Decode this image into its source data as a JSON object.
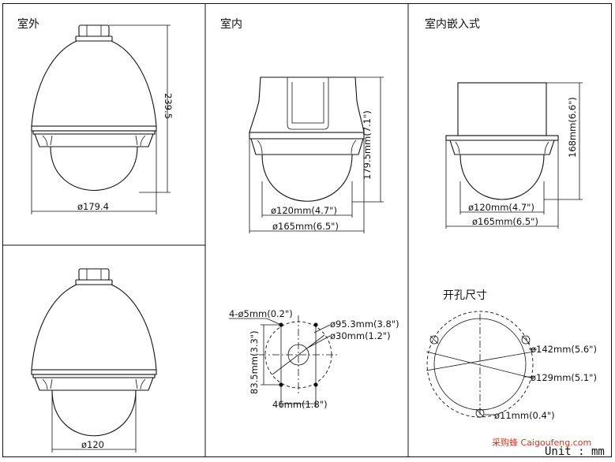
{
  "panels": {
    "outdoor_title": "室外",
    "indoor_title": "室内",
    "embedded_title": "室内嵌入式",
    "cutout_title": "开孔尺寸"
  },
  "dimensions": {
    "outdoor_height": "239.5",
    "outdoor_width": "ø179.4",
    "outdoor_base": "ø120",
    "indoor_height": "179.5mm(7.1\")",
    "indoor_inner": "ø120mm(4.7\")",
    "indoor_outer": "ø165mm(6.5\")",
    "embedded_height": "168mm(6.6\")",
    "embedded_inner": "ø120mm(4.7\")",
    "embedded_outer": "ø165mm(6.5\")",
    "mount_holes": "4-ø5mm(0.2\")",
    "mount_circle": "ø95.3mm(3.8\")",
    "mount_center": "ø30mm(1.2\")",
    "mount_vertical": "83.5mm(3.3\")",
    "mount_horizontal": "46mm(1.8\")",
    "cut_outer": "ø142mm(5.6\")",
    "cut_inner": "ø129mm(5.1\")",
    "cut_hole": "ø11mm(0.4\")"
  },
  "watermark": "采购蜂 Caigoufeng.com",
  "unit_label": "Unit : mm"
}
